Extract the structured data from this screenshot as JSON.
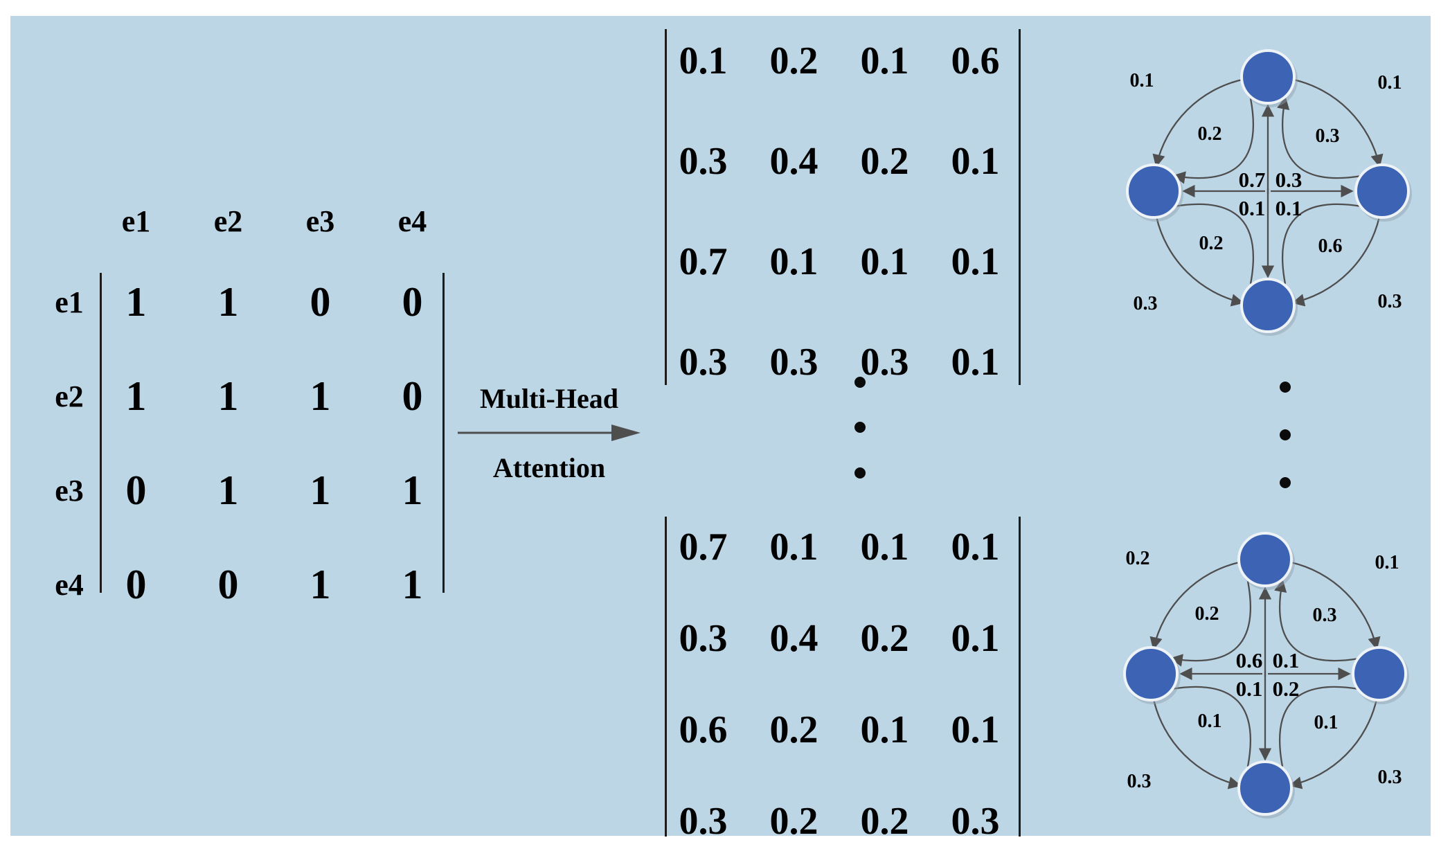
{
  "colors": {
    "panel_bg": "#BDD6E6",
    "node_fill": "#3C63B4",
    "node_rim": "#EEF3F7",
    "edge": "#4E4E4E",
    "text": "#000000"
  },
  "adjacency_matrix": {
    "col_headers": [
      "e1",
      "e2",
      "e3",
      "e4"
    ],
    "row_headers": [
      "e1",
      "e2",
      "e3",
      "e4"
    ],
    "values": [
      [
        "1",
        "1",
        "0",
        "0"
      ],
      [
        "1",
        "1",
        "1",
        "0"
      ],
      [
        "0",
        "1",
        "1",
        "1"
      ],
      [
        "0",
        "0",
        "1",
        "1"
      ]
    ]
  },
  "transform": {
    "label_top": "Multi-Head",
    "label_bottom": "Attention"
  },
  "attention_matrices": {
    "head_first": {
      "values": [
        [
          "0.1",
          "0.2",
          "0.1",
          "0.6"
        ],
        [
          "0.3",
          "0.4",
          "0.2",
          "0.1"
        ],
        [
          "0.7",
          "0.1",
          "0.1",
          "0.1"
        ],
        [
          "0.3",
          "0.3",
          "0.3",
          "0.1"
        ]
      ]
    },
    "head_last": {
      "values": [
        [
          "0.7",
          "0.1",
          "0.1",
          "0.1"
        ],
        [
          "0.3",
          "0.4",
          "0.2",
          "0.1"
        ],
        [
          "0.6",
          "0.2",
          "0.1",
          "0.1"
        ],
        [
          "0.3",
          "0.2",
          "0.2",
          "0.3"
        ]
      ]
    }
  },
  "graphs": {
    "head_first": {
      "labels": {
        "outer_top_left": "0.1",
        "outer_top_right": "0.1",
        "inner_top_left": "0.2",
        "inner_top_right": "0.3",
        "center_top_left": "0.7",
        "center_top_right": "0.3",
        "center_bottom_left": "0.1",
        "center_bottom_right": "0.1",
        "inner_bottom_left": "0.2",
        "inner_bottom_right": "0.6",
        "outer_bottom_left": "0.3",
        "outer_bottom_right": "0.3"
      }
    },
    "head_last": {
      "labels": {
        "outer_top_left": "0.2",
        "outer_top_right": "0.1",
        "inner_top_left": "0.2",
        "inner_top_right": "0.3",
        "center_top_left": "0.6",
        "center_top_right": "0.1",
        "center_bottom_left": "0.1",
        "center_bottom_right": "0.2",
        "inner_bottom_left": "0.1",
        "inner_bottom_right": "0.1",
        "outer_bottom_left": "0.3",
        "outer_bottom_right": "0.3"
      }
    }
  },
  "ellipsis": {
    "symbol": "•",
    "count": 3
  }
}
